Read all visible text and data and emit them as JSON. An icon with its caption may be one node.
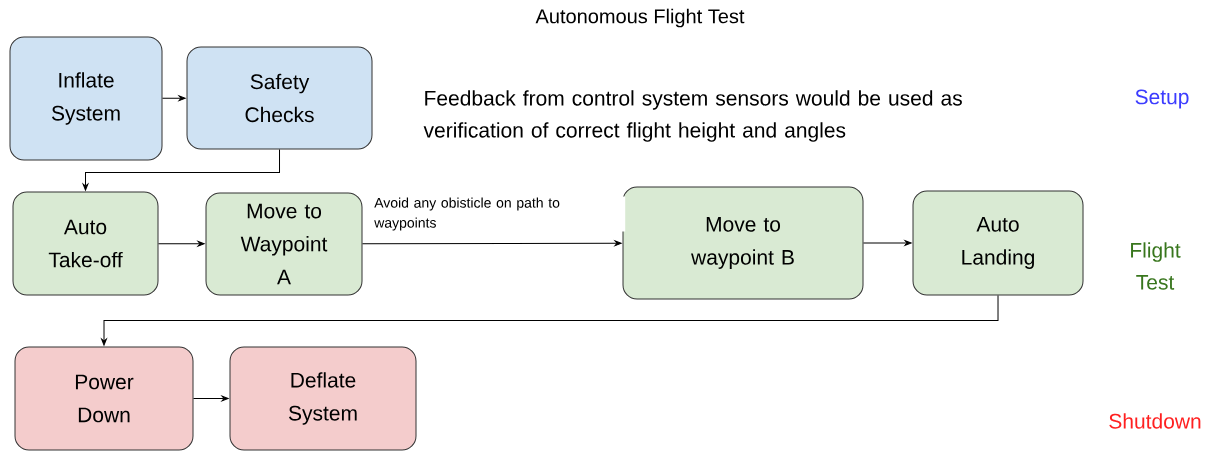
{
  "diagram": {
    "title": "Autonomous Flight Test",
    "nodes": [
      {
        "text": [
          "Inflate System"
        ]
      },
      {
        "text": [
          "Safety Checks"
        ]
      },
      {
        "text": [
          "Auto Take-off"
        ]
      },
      {
        "text": [
          "Move to Waypoint A"
        ]
      },
      {
        "text": [
          "Move to waypoint B"
        ]
      },
      {
        "text": [
          "Auto Landing"
        ]
      },
      {
        "text": [
          "Power Down"
        ]
      },
      {
        "text": [
          "Deflate System"
        ]
      }
    ],
    "edges": [
      {
        "from": 0,
        "to": 1,
        "arrow": "to"
      },
      {
        "from": 1,
        "to": 2,
        "arrow": "to"
      },
      {
        "from": 2,
        "to": 3,
        "arrow": "to"
      },
      {
        "from": 3,
        "to": 4,
        "arrow": "to",
        "label": "Avoid any obisticle on path to waypoints"
      },
      {
        "from": 4,
        "to": 5,
        "arrow": "to"
      },
      {
        "from": 5,
        "to": 6,
        "arrow": "to"
      },
      {
        "from": 6,
        "to": 7,
        "arrow": "to"
      }
    ],
    "labels": [
      "Feedback from control system sensors would be used as verification of correct flight height and angles",
      "Setup",
      "Flight Test",
      "Shutdown"
    ]
  }
}
